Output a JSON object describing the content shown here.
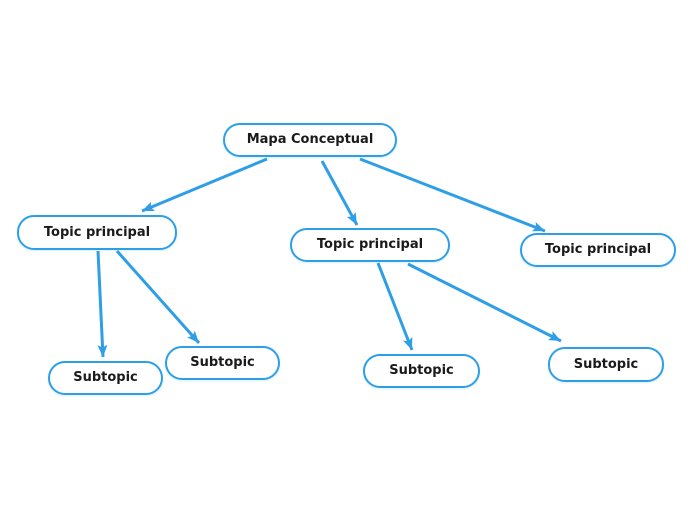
{
  "diagram": {
    "type": "concept-map",
    "colors": {
      "accent": "#2E9FE6",
      "node_background": "#FFFFFF",
      "node_text": "#1A1A1A",
      "canvas_background": "#FFFFFF"
    },
    "nodes": [
      {
        "id": "root",
        "label": "Mapa Conceptual"
      },
      {
        "id": "topic-1",
        "label": "Topic principal"
      },
      {
        "id": "topic-2",
        "label": "Topic principal"
      },
      {
        "id": "topic-3",
        "label": "Topic principal"
      },
      {
        "id": "subtopic-1",
        "label": "Subtopic"
      },
      {
        "id": "subtopic-2",
        "label": "Subtopic"
      },
      {
        "id": "subtopic-3",
        "label": "Subtopic"
      },
      {
        "id": "subtopic-4",
        "label": "Subtopic"
      }
    ],
    "edges": [
      {
        "from": "root",
        "to": "topic-1"
      },
      {
        "from": "root",
        "to": "topic-2"
      },
      {
        "from": "root",
        "to": "topic-3"
      },
      {
        "from": "topic-1",
        "to": "subtopic-1"
      },
      {
        "from": "topic-1",
        "to": "subtopic-2"
      },
      {
        "from": "topic-2",
        "to": "subtopic-3"
      },
      {
        "from": "topic-2",
        "to": "subtopic-4"
      }
    ]
  }
}
